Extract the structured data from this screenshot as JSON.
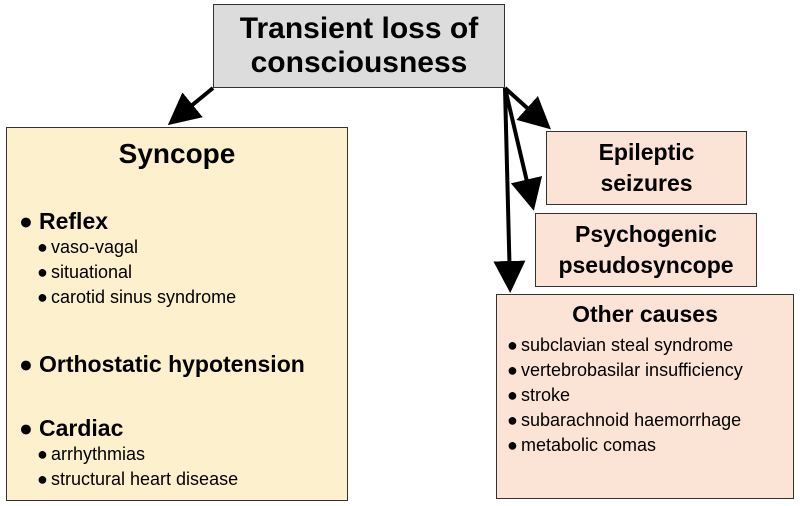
{
  "top": {
    "title": "Transient loss of consciousness"
  },
  "syncope": {
    "title": "Syncope",
    "groups": [
      {
        "label": "Reflex",
        "items": [
          "vaso-vagal",
          "situational",
          "carotid sinus syndrome"
        ]
      },
      {
        "label": "Orthostatic hypotension",
        "items": []
      },
      {
        "label": "Cardiac",
        "items": [
          "arrhythmias",
          "structural heart disease"
        ]
      }
    ]
  },
  "epileptic": {
    "title": "Epileptic seizures"
  },
  "psychogenic": {
    "title": "Psychogenic pseudosyncope"
  },
  "other": {
    "title": "Other causes",
    "items": [
      "subclavian steal syndrome",
      "vertebrobasilar insufficiency",
      "stroke",
      "subarachnoid haemorrhage",
      "metabolic comas"
    ]
  },
  "bullet": "●",
  "colors": {
    "top_fill": "#dcdcdc",
    "syncope_fill": "#fdf0cd",
    "other_fill": "#fbe4d6",
    "arrow": "#000000"
  }
}
